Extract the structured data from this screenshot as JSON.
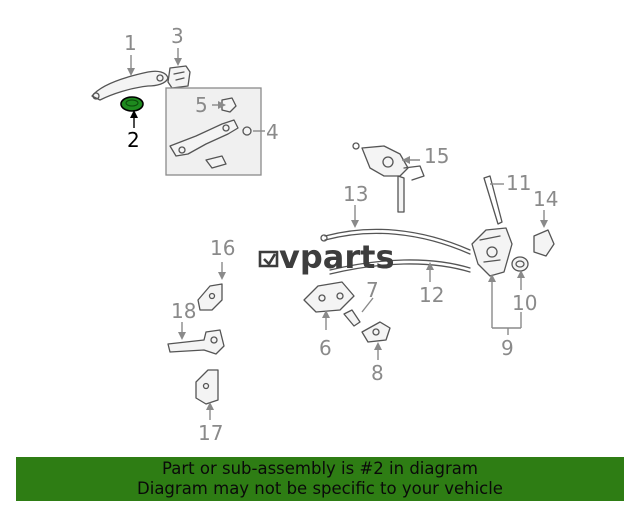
{
  "diagram": {
    "highlighted_part": "2",
    "watermark": "vparts",
    "labels": {
      "p1": "1",
      "p2": "2",
      "p3": "3",
      "p4": "4",
      "p5": "5",
      "p6": "6",
      "p7": "7",
      "p8": "8",
      "p9": "9",
      "p10": "10",
      "p11": "11",
      "p12": "12",
      "p13": "13",
      "p14": "14",
      "p15": "15",
      "p16": "16",
      "p17": "17",
      "p18": "18"
    },
    "colors": {
      "highlight_fill": "#1e8a1e",
      "label_gray": "#8a8a8a",
      "banner_green": "#2e7d14"
    }
  },
  "banner": {
    "line1": "Part or sub-assembly is #2 in diagram",
    "line2": "Diagram may not be specific to your vehicle"
  }
}
